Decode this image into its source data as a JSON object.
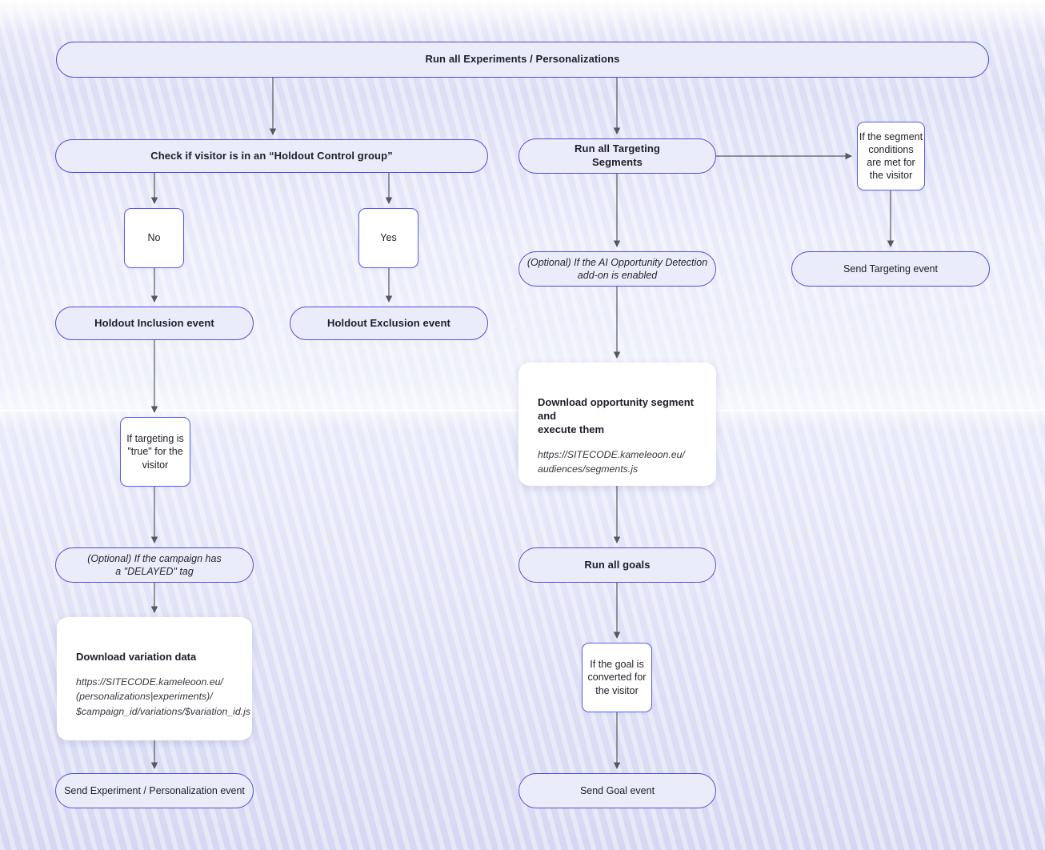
{
  "diagram": {
    "title_node": "Run all Experiments / Personalizations",
    "nodes": {
      "run_all_experiments": "Run all Experiments / Personalizations",
      "check_holdout": "Check if visitor is in an “Holdout Control group”",
      "no": "No",
      "yes": "Yes",
      "holdout_inclusion": "Holdout Inclusion event",
      "holdout_exclusion": "Holdout Exclusion event",
      "targeting_true": "If targeting is\n\"true\" for the\nvisitor",
      "delayed": "(Optional) If the campaign has\na \"DELAYED\" tag",
      "variation_card_title": "Download variation data",
      "variation_card_url": "https://SITECODE.kameleoon.eu/\n(personalizations|experiments)/\n$campaign_id/variations/$variation_id.js",
      "send_experiment": "Send Experiment / Personalization event",
      "run_targeting": "Run all Targeting\nSegments",
      "segment_conditions": "If the segment\nconditions\nare met for\nthe visitor",
      "send_targeting": "Send Targeting event",
      "ai_opportunity": "(Optional) If the AI Opportunity Detection\nadd-on is enabled",
      "opportunity_card_title": "Download opportunity segment and\nexecute them",
      "opportunity_card_url": "https://SITECODE.kameleoon.eu/\naudiences/segments.js",
      "run_goals": "Run all goals",
      "goal_converted": "If the goal is\nconverted for\nthe visitor",
      "send_goal": "Send Goal event"
    },
    "colors": {
      "node_border": "#4b4fd9",
      "box_border": "#5a5ee8",
      "pill_fill": "#ebecfa",
      "box_fill": "#ffffff",
      "card_fill": "#ffffff",
      "arrow": "#55585e",
      "text": "#1e1e28",
      "background_top": "#ffffff",
      "background_mid": "#eff1fb",
      "background_bottom": "#d6d8f3"
    }
  }
}
